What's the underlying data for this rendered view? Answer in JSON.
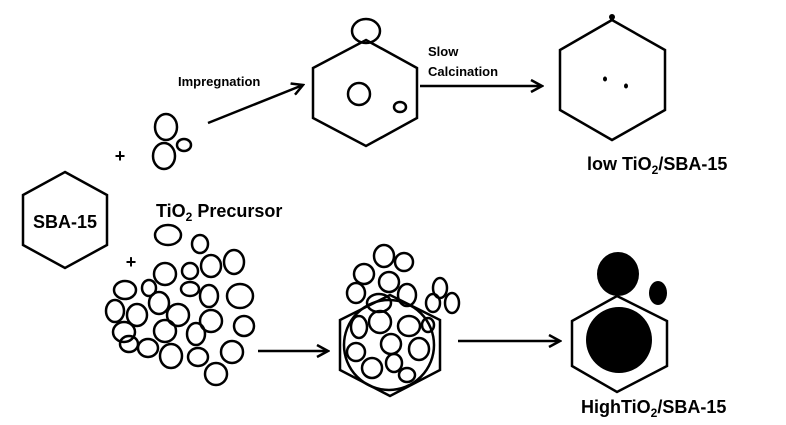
{
  "labels": {
    "sba15": "SBA-15",
    "impregnation": "Impregnation",
    "slow": "Slow",
    "calcination": "Calcination",
    "plus": "+",
    "precursor_ti": "TiO",
    "precursor_sub": "2",
    "precursor_rest": " Precursor",
    "low_ti": "low TiO",
    "low_sub": "2",
    "low_rest": "/SBA-15",
    "high_ti": "HighTiO",
    "high_sub": "2",
    "high_rest": "/SBA-15"
  },
  "colors": {
    "stroke": "#000000",
    "fill": "#000000",
    "background": "#ffffff"
  }
}
